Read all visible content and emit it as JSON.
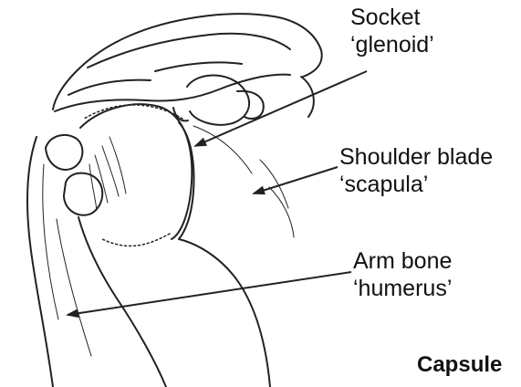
{
  "labels": {
    "socket": {
      "line1": "Socket",
      "line2": "‘glenoid’"
    },
    "scapula": {
      "line1": "Shoulder blade",
      "line2": "‘scapula’"
    },
    "humerus": {
      "line1": "Arm bone",
      "line2": "‘humerus’"
    },
    "capsule": "Capsule"
  },
  "colors": {
    "ink": "#222222",
    "text": "#111111",
    "background": "#ffffff"
  }
}
